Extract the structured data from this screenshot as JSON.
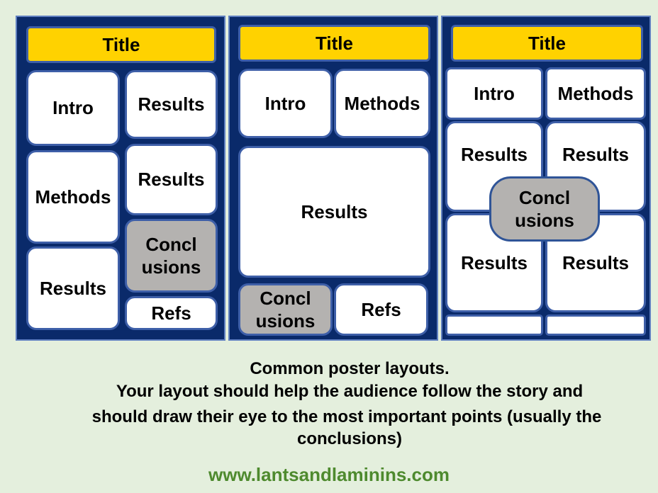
{
  "layouts": {
    "one": {
      "title": "Title",
      "intro": "Intro",
      "results_top": "Results",
      "methods": "Methods",
      "results_mid": "Results",
      "conclusions": "Concl\nusions",
      "results_bottom": "Results",
      "refs": "Refs"
    },
    "two": {
      "title": "Title",
      "intro": "Intro",
      "methods": "Methods",
      "results": "Results",
      "conclusions": "Concl\nusions",
      "refs": "Refs"
    },
    "three": {
      "title": "Title",
      "intro": "Intro",
      "methods": "Methods",
      "results_tl": "Results",
      "results_tr": "Results",
      "results_bl": "Results",
      "results_br": "Results",
      "conclusions": "Concl\nusions"
    }
  },
  "caption": {
    "line1": "Common poster layouts.",
    "line2": "Your layout should help the audience follow the story and",
    "line3": "should draw their eye to the most important points (usually the",
    "line4": "conclusions)"
  },
  "footer": {
    "url": "www.lantsandlaminins.com"
  },
  "colors": {
    "panel": "#0a2a6a",
    "title": "#ffd200",
    "conclusions": "#b4b2b0",
    "url": "#4e8a2e"
  }
}
